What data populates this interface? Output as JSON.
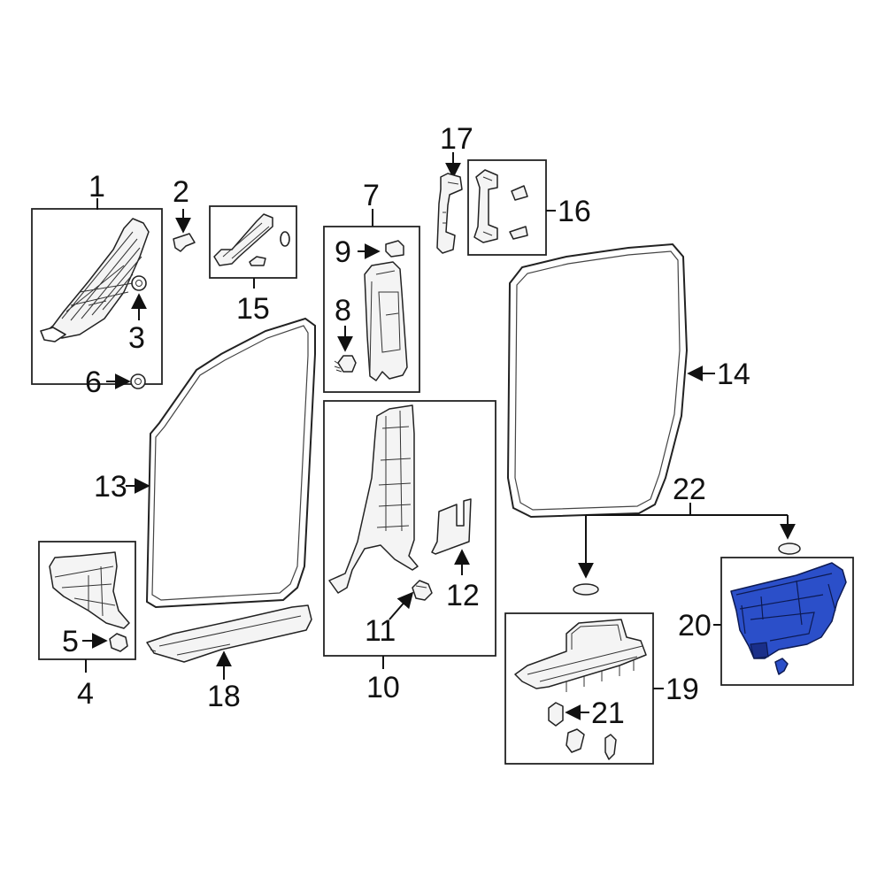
{
  "colors": {
    "highlight": "#2b4fc9",
    "line": "#222222",
    "background": "#ffffff"
  },
  "callouts": {
    "c1": "1",
    "c2": "2",
    "c3": "3",
    "c4": "4",
    "c5": "5",
    "c6": "6",
    "c7": "7",
    "c8": "8",
    "c9": "9",
    "c10": "10",
    "c11": "11",
    "c12": "12",
    "c13": "13",
    "c14": "14",
    "c15": "15",
    "c16": "16",
    "c17": "17",
    "c18": "18",
    "c19": "19",
    "c20": "20",
    "c21": "21",
    "c22": "22"
  },
  "highlighted_part": "20"
}
